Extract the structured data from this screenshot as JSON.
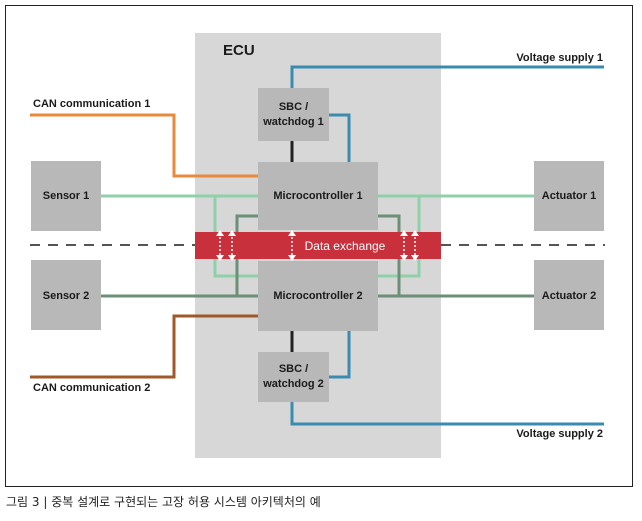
{
  "ecu": {
    "title": "ECU"
  },
  "voltage_supply_1": "Voltage supply 1",
  "voltage_supply_2": "Voltage supply 2",
  "can_1": "CAN communication 1",
  "can_2": "CAN communication 2",
  "sbc1": {
    "line1": "SBC /",
    "line2": "watchdog 1"
  },
  "sbc2": {
    "line1": "SBC /",
    "line2": "watchdog 2"
  },
  "mcu1": "Microcontroller 1",
  "mcu2": "Microcontroller 2",
  "sensor1": "Sensor 1",
  "sensor2": "Sensor 2",
  "actuator1": "Actuator 1",
  "actuator2": "Actuator 2",
  "data_exchange": "Data exchange",
  "caption": "그림 3 | 중복 설계로 구현되는 고장 허용 시스템 아키텍처의 예",
  "colors": {
    "frame": "#222222",
    "ecu_bg": "#d7d7d7",
    "block": "#b8b8b8",
    "voltage": "#3a8bb0",
    "can1": "#e88a3c",
    "can2": "#a0582a",
    "link_light": "#8fd0a8",
    "link_dark": "#6d8f77",
    "data_exchange": "#c8303c",
    "dashed": "#555555"
  }
}
